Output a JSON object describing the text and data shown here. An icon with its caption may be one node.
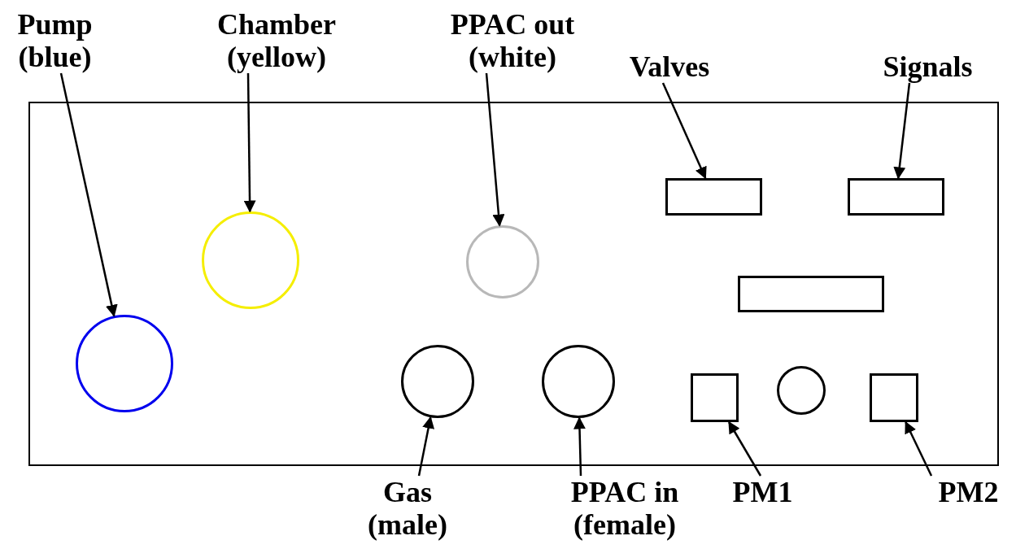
{
  "diagram": {
    "nodes": [
      {
        "text": [],
        "shape": "box"
      },
      {
        "text": [
          "Pump (blue)"
        ]
      },
      {
        "text": [
          "Chamber (yellow)"
        ]
      },
      {
        "text": [
          "PPAC out (white)"
        ]
      },
      {
        "text": [
          "Valves"
        ]
      },
      {
        "text": [
          "Signals"
        ]
      },
      {
        "text": [],
        "shape": "circle",
        "in": 0
      },
      {
        "text": [],
        "shape": "circle",
        "in": 0
      },
      {
        "text": [],
        "shape": "circle",
        "in": 0
      },
      {
        "text": [],
        "shape": "box",
        "in": 0
      },
      {
        "text": [],
        "shape": "box",
        "in": 0
      },
      {
        "text": [],
        "shape": "box",
        "in": 0
      },
      {
        "text": [],
        "shape": "circle",
        "in": 0
      },
      {
        "text": [],
        "shape": "circle",
        "in": 0
      },
      {
        "text": [],
        "shape": "box",
        "in": 0
      },
      {
        "text": [],
        "shape": "circle",
        "in": 0
      },
      {
        "text": [],
        "shape": "box",
        "in": 0
      },
      {
        "text": [
          "Gas (male)"
        ]
      },
      {
        "text": [
          "PPAC in (female)"
        ]
      },
      {
        "text": [
          "PM1"
        ]
      },
      {
        "text": [
          "PM2"
        ]
      }
    ],
    "edges": [
      {
        "from": 1,
        "to": 6,
        "arrow": "to"
      },
      {
        "from": 2,
        "to": 7,
        "arrow": "to"
      },
      {
        "from": 3,
        "to": 8,
        "arrow": "to"
      },
      {
        "from": 4,
        "to": 9,
        "arrow": "to"
      },
      {
        "from": 5,
        "to": 10,
        "arrow": "to"
      },
      {
        "from": 17,
        "to": 12,
        "arrow": "to"
      },
      {
        "from": 18,
        "to": 13,
        "arrow": "to"
      },
      {
        "from": 19,
        "to": 14,
        "arrow": "to"
      },
      {
        "from": 20,
        "to": 16,
        "arrow": "to"
      }
    ]
  }
}
